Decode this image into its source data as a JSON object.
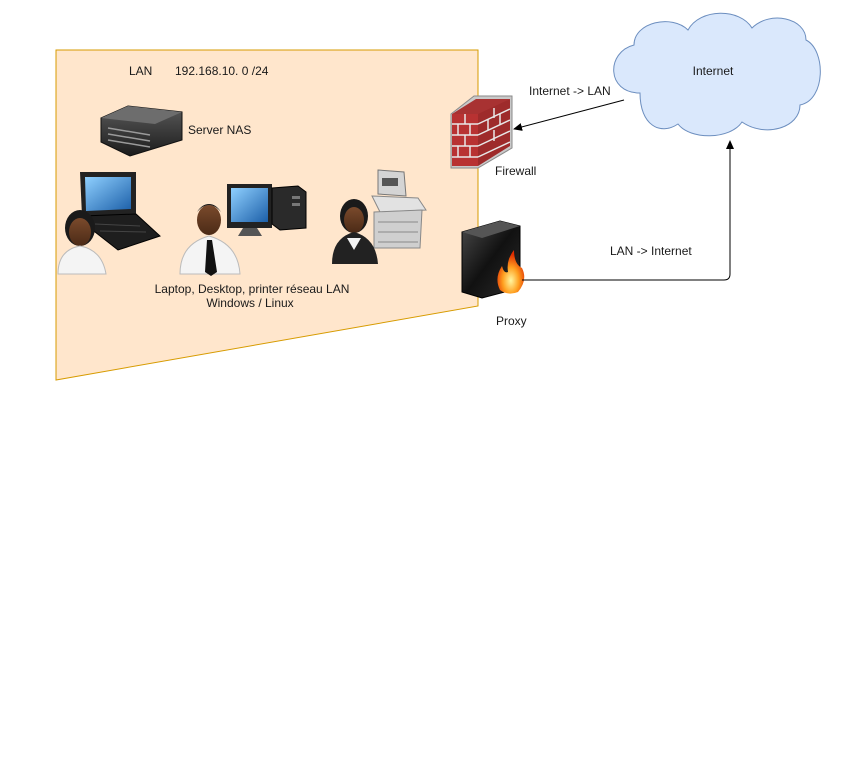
{
  "lan": {
    "title": "LAN",
    "subnet": "192.168.10. 0 /24",
    "server_label": "Server NAS",
    "devices_line1": "Laptop, Desktop, printer  réseau LAN",
    "devices_line2": "Windows / Linux"
  },
  "firewall": {
    "label": "Firewall"
  },
  "proxy": {
    "label": "Proxy"
  },
  "internet": {
    "label": "Internet"
  },
  "edges": {
    "inbound_label": "Internet -> LAN",
    "outbound_label": "LAN -> Internet"
  },
  "colors": {
    "lan_fill": "#ffe6cc",
    "lan_stroke": "#d79b00",
    "cloud_fill": "#dae8fc",
    "cloud_stroke": "#6c8ebf",
    "firewall_brick": "#b83232",
    "proxy_body": "#1c1c1c"
  },
  "icons": [
    "server-icon",
    "laptop-icon",
    "desktop-icon",
    "printer-icon",
    "user-female-icon",
    "user-male-icon",
    "firewall-icon",
    "proxy-icon",
    "cloud-icon"
  ]
}
